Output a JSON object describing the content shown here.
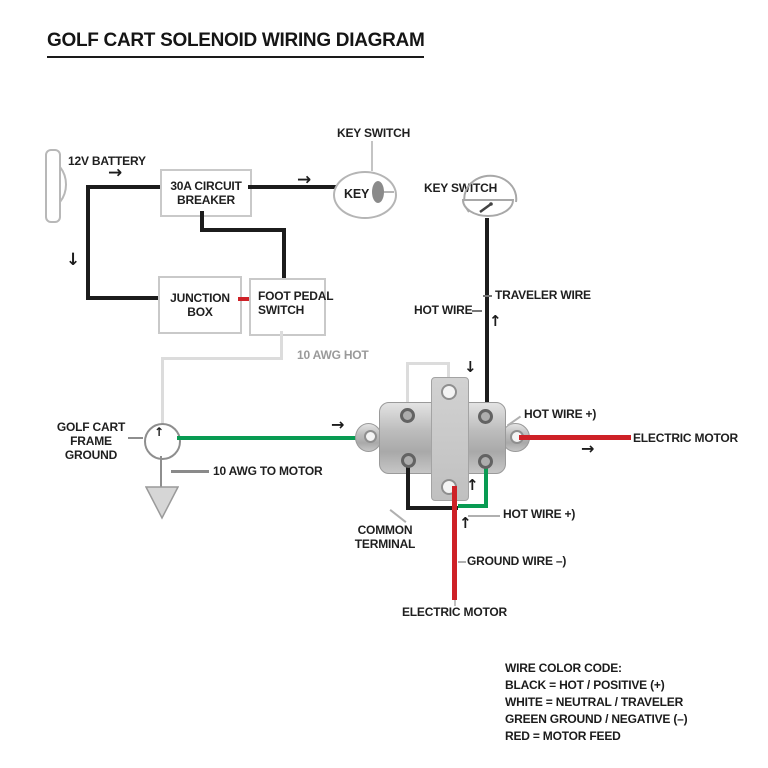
{
  "title": "GOLF CART SOLENOID WIRING DIAGRAM",
  "labels": {
    "battery": "12V BATTERY",
    "circuit_breaker": "30A CIRCUIT BREAKER",
    "junction_box": "JUNCTION BOX",
    "foot_pedal_switch": "FOOT PEDAL SWITCH",
    "key_switch_left": "KEY SWITCH",
    "key": "KEY",
    "key_switch_right": "KEY SWITCH",
    "hot_wire": "HOT WIRE",
    "traveler_wire": "TRAVELER WIRE",
    "awg_hot": "10 AWG HOT",
    "frame_ground": "GOLF CART FRAME GROUND",
    "awg_to_motor": "10 AWG TO MOTOR",
    "hot_wire_plus_right": "HOT WIRE +)",
    "electric_motor_right": "ELECTRIC MOTOR",
    "common_terminal": "COMMON TERMINAL",
    "hot_wire_plus_bottom": "HOT WIRE +)",
    "ground_wire": "GROUND WIRE –)",
    "electric_motor_bottom": "ELECTRIC MOTOR"
  },
  "legend": {
    "heading": "WIRE COLOR CODE:",
    "lines": [
      "BLACK = HOT / POSITIVE (+)",
      "WHITE = NEUTRAL / TRAVELER",
      "GREEN  GROUND / NEGATIVE (–)",
      "RED = MOTOR FEED"
    ]
  },
  "icons": {
    "arrow_right": "→",
    "arrow_up": "↑",
    "arrow_down": "↓"
  },
  "colors": {
    "black_wire": "#1c1c1c",
    "red_wire": "#ce2127",
    "green_wire": "#089b52",
    "white_wire": "#dcdcdc",
    "box_border": "#c9c9c9",
    "leader": "#b0b0b0",
    "solenoid_metal": "#bcbcbc"
  }
}
